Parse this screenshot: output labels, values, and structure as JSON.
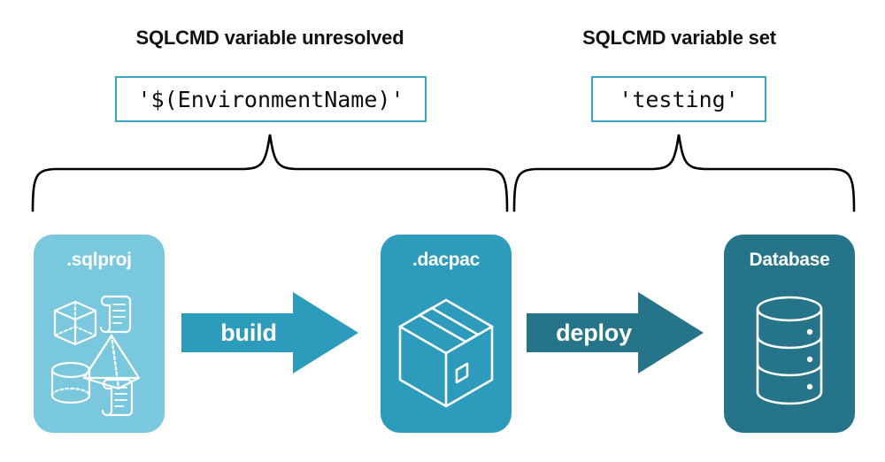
{
  "diagram": {
    "title_left": "SQLCMD variable unresolved",
    "title_right": "SQLCMD variable set",
    "code_left": "'$(EnvironmentName)'",
    "code_right": "'testing'",
    "colors": {
      "light_blue": "#79C8DE",
      "medium_teal": "#2C9BBC",
      "dark_teal": "#25748A",
      "border_teal": "#3CA5C4",
      "brace_black": "#000000",
      "background": "#ffffff",
      "text_dark": "#111111",
      "text_light": "#ffffff"
    },
    "stages": [
      {
        "id": "sqlproj",
        "label": ".sqlproj",
        "fill": "#79C8DE",
        "icons": [
          "cube-icon",
          "scroll-icon",
          "pyramid-icon",
          "cylinder-icon",
          "scroll-icon"
        ]
      },
      {
        "id": "dacpac",
        "label": ".dacpac",
        "fill": "#2C9BBC",
        "icons": [
          "package-box-icon"
        ]
      },
      {
        "id": "database",
        "label": "Database",
        "fill": "#25748A",
        "icons": [
          "database-cylinder-icon"
        ]
      }
    ],
    "arrows": [
      {
        "id": "build",
        "label": "build",
        "fill": "#2C9BBC",
        "from": "sqlproj",
        "to": "dacpac"
      },
      {
        "id": "deploy",
        "label": "deploy",
        "fill": "#25748A",
        "from": "dacpac",
        "to": "database"
      }
    ],
    "braces": [
      {
        "id": "brace-left",
        "spans": [
          "sqlproj",
          "build",
          "dacpac"
        ],
        "points_to": "code_left"
      },
      {
        "id": "brace-right",
        "spans": [
          "dacpac",
          "deploy",
          "database"
        ],
        "points_to": "code_right"
      }
    ]
  }
}
